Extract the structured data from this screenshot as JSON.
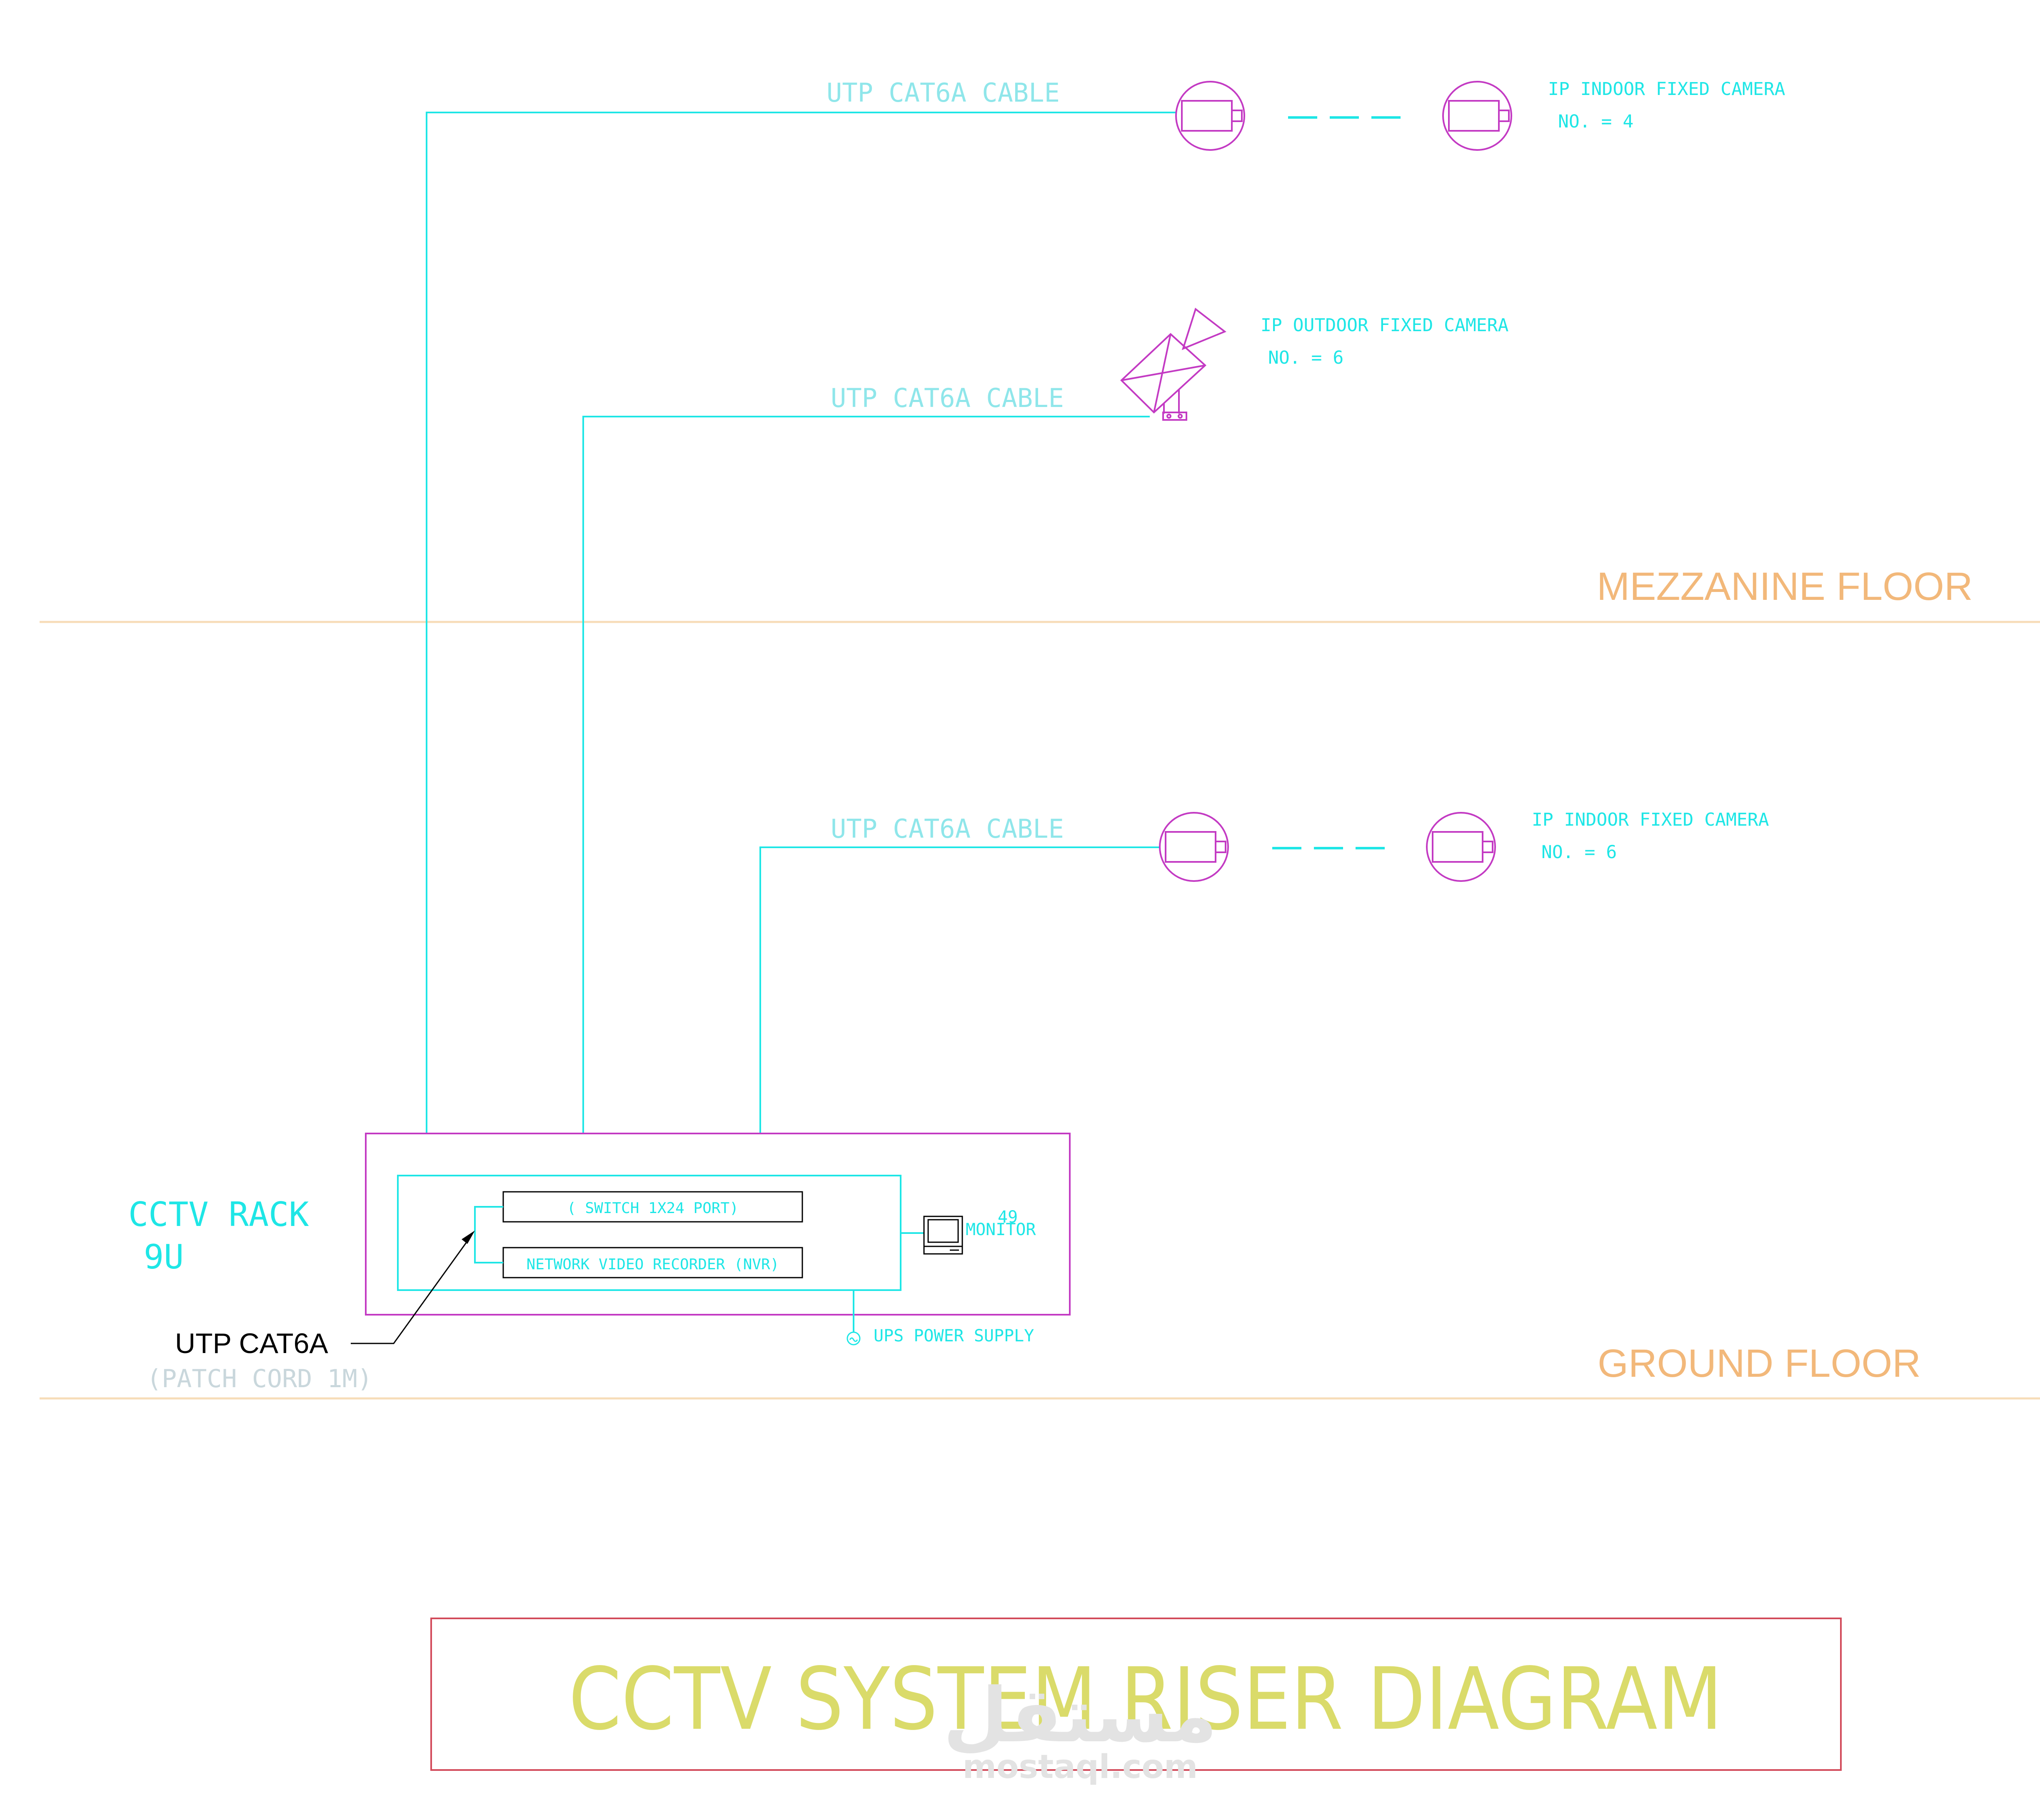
{
  "colors": {
    "cable": "#1ee6e6",
    "device": "#c33ac3",
    "floor_line": "#f7dcb8",
    "floor_text": "#f2b87a",
    "title": "#dadb6a",
    "title_border": "#d24a5a"
  },
  "cables": {
    "top": "UTP  CAT6A  CABLE",
    "middle": "UTP  CAT6A  CABLE",
    "bottom": "UTP  CAT6A  CABLE"
  },
  "cameras": {
    "indoor_mezzanine": {
      "title": "IP  INDOOR  FIXED  CAMERA",
      "count": "NO.  =  4",
      "icon": "indoor-camera-icon"
    },
    "outdoor": {
      "title": "IP  OUTDOOR  FIXED  CAMERA",
      "count": "NO.  =  6",
      "icon": "outdoor-camera-icon"
    },
    "indoor_ground": {
      "title": "IP  INDOOR  FIXED  CAMERA",
      "count": "NO.  =  6",
      "icon": "indoor-camera-icon"
    }
  },
  "floors": {
    "mezzanine": "MEZZANINE FLOOR",
    "ground": "GROUND FLOOR"
  },
  "rack": {
    "label_line1": "CCTV  RACK",
    "label_line2": "9U",
    "switch": "( SWITCH  1X24  PORT)",
    "nvr": "NETWORK  VIDEO  RECORDER  (NVR)",
    "monitor_size": "49",
    "monitor_label": "MONITOR",
    "ups": "UPS  POWER  SUPPLY"
  },
  "patch_cord": {
    "label": "UTP CAT6A",
    "sublabel": "(PATCH  CORD  1M)"
  },
  "title": "CCTV SYSTEM RISER DIAGRAM",
  "watermark": {
    "arabic": "مستقل",
    "latin": "mostaql.com"
  }
}
